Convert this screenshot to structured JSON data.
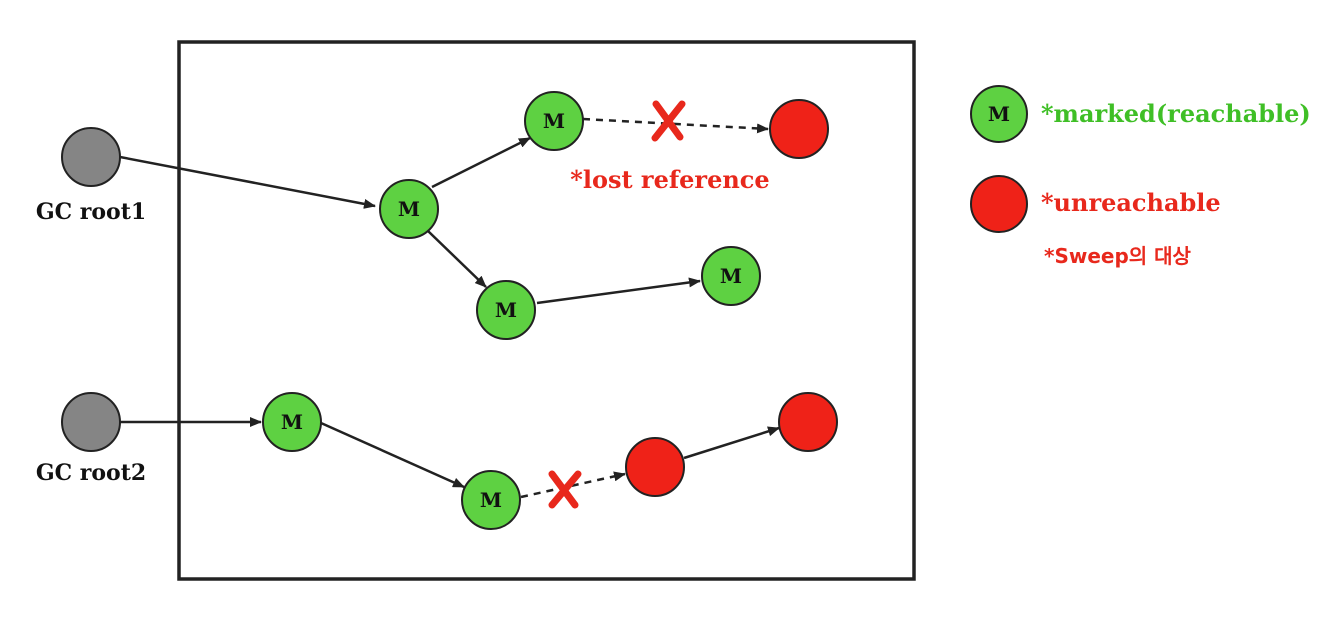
{
  "colors": {
    "marked": "#5ed142",
    "unreachable": "#ef2218",
    "root": "#858585",
    "cross": "#e8281c",
    "legend_green_text": "#3fbf26",
    "legend_red_text": "#e8281c"
  },
  "roots": {
    "root1_label": "GC root1",
    "root2_label": "GC root2"
  },
  "nodes": {
    "marked_letter": "M"
  },
  "annotations": {
    "lost_reference": "*lost reference"
  },
  "legend": {
    "marked_letter": "M",
    "marked_text": "*marked(reachable)",
    "unreachable_text": "*unreachable",
    "sweep_text": "*Sweep의 대상"
  }
}
